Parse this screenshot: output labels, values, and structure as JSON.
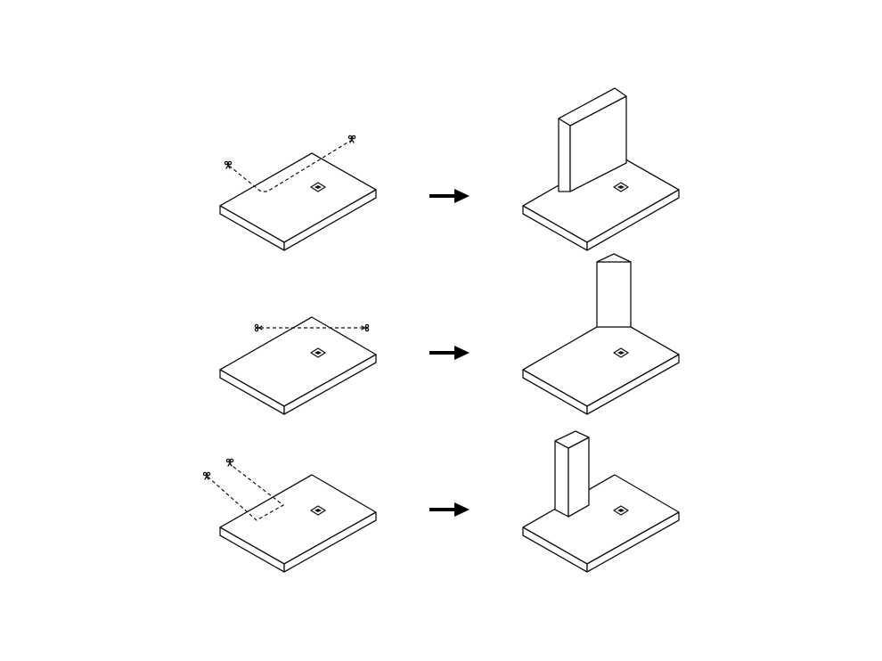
{
  "diagram": {
    "rows": [
      {
        "id": "row-1",
        "cut": "l-shaped-fold",
        "result": "vertical-wall-panel"
      },
      {
        "id": "row-2",
        "cut": "straight-fold",
        "result": "tall-tower-with-pointed-cap"
      },
      {
        "id": "row-3",
        "cut": "u-shaped-tab",
        "result": "narrow-pillar"
      }
    ],
    "colors": {
      "line": "#111111",
      "fill": "#ffffff",
      "arrow": "#000000"
    },
    "icons": [
      "scissors-icon",
      "square-marker-icon",
      "right-arrow-icon"
    ]
  }
}
